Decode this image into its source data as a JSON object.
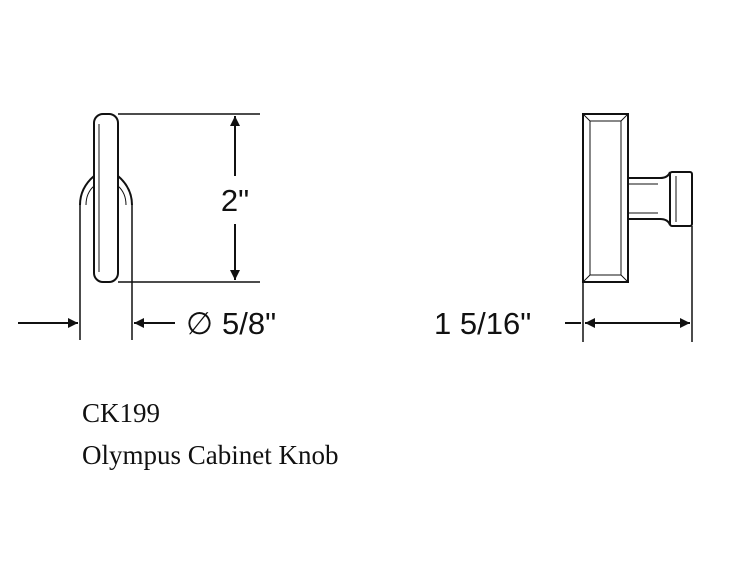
{
  "dimensions": {
    "height": "2\"",
    "diameter_symbol": "∅",
    "diameter": "5/8\"",
    "projection": "1 5/16\""
  },
  "product": {
    "code": "CK199",
    "name": "Olympus Cabinet Knob"
  }
}
